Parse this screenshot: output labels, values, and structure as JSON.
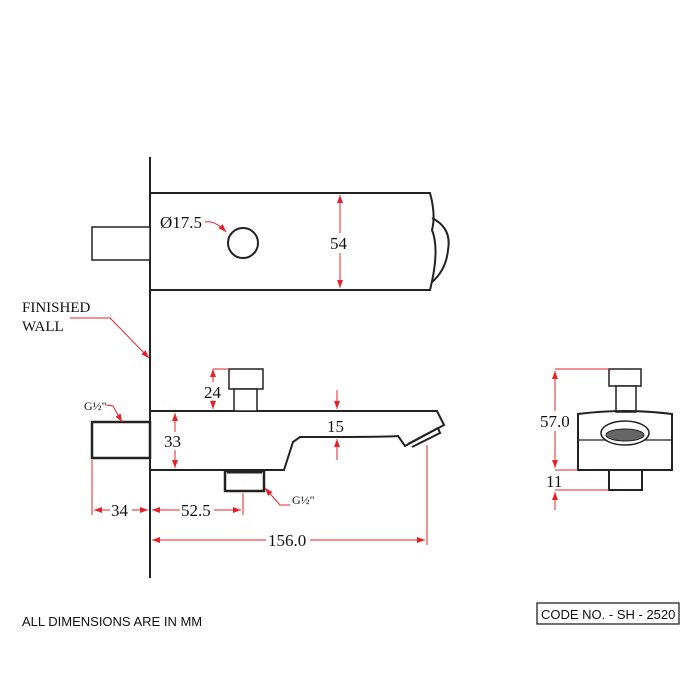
{
  "labels": {
    "hole_diameter": "Ø17.5",
    "height_top": "54",
    "finished_wall_1": "FINISHED",
    "finished_wall_2": "WALL",
    "thread_left": "G½\"",
    "thread_bottom": "G½\"",
    "diverter_height": "24",
    "body_height": "33",
    "spout_thickness": "15",
    "wall_pipe_length": "34",
    "outlet_offset": "52.5",
    "spout_projection": "156.0",
    "front_height": "57.0",
    "front_bottom": "11"
  },
  "footer": {
    "note": "ALL DIMENSIONS ARE IN MM",
    "code": "CODE NO. - SH - 2520"
  },
  "colors": {
    "dimension": "#e8202a",
    "outline": "#222222"
  }
}
